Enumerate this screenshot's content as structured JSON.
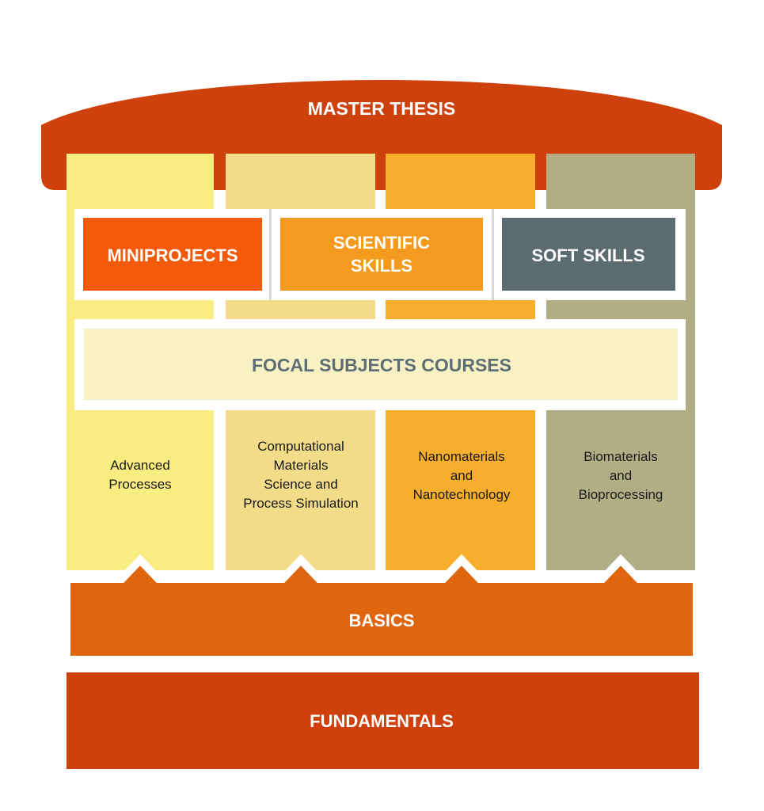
{
  "roof": {
    "label": "MASTER THESIS"
  },
  "skills": {
    "miniprojects": {
      "label": "MINIPROJECTS"
    },
    "scientific": {
      "line1": "SCIENTIFIC",
      "line2": "SKILLS"
    },
    "soft": {
      "label": "SOFT SKILLS"
    }
  },
  "focal": {
    "label": "FOCAL SUBJECTS COURSES"
  },
  "pillars": [
    {
      "lines": [
        "Advanced",
        "Processes"
      ]
    },
    {
      "lines": [
        "Computational",
        "Materials",
        "Science and",
        "Process Simulation"
      ]
    },
    {
      "lines": [
        "Nanomaterials",
        "and",
        "Nanotechnology"
      ]
    },
    {
      "lines": [
        "Biomaterials",
        "and",
        "Bioprocessing"
      ]
    }
  ],
  "basics": {
    "label": "BASICS"
  },
  "fundamentals": {
    "label": "FUNDAMENTALS"
  },
  "colors": {
    "roof": "#cf410c",
    "pillar_1": "#f9ec80",
    "pillar_2": "#f2dc8a",
    "pillar_3": "#f6ae2c",
    "pillar_4": "#b1ad84",
    "miniprojects": "#f35a0a",
    "scientific": "#f49a1e",
    "soft": "#5c6b70",
    "focal": "#f8f1c3",
    "focal_text": "#5f6e74",
    "basics": "#e0650f",
    "fundamentals": "#cf410c"
  }
}
